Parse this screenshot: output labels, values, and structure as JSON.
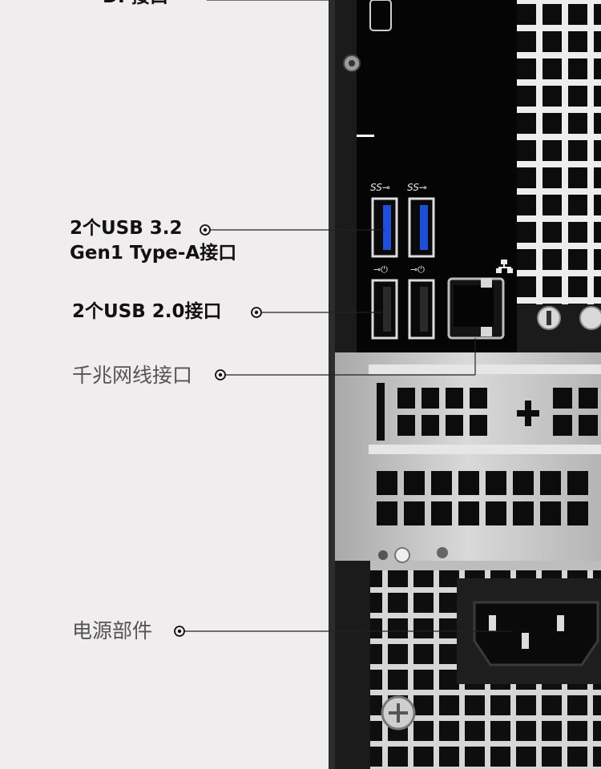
{
  "labels": {
    "dp": "DP接口",
    "usb32_line1": "2个USB 3.2",
    "usb32_line2": "Gen1 Type-A接口",
    "usb20": "2个USB 2.0接口",
    "ethernet": "千兆网线接口",
    "power": "电源部件"
  },
  "port_marks": {
    "superspeed": "SS",
    "usb_symbol": "usb-trident-icon",
    "network_symbol": "network-icon"
  },
  "colors": {
    "background": "#efeded",
    "chassis": "#1b1b1b",
    "panel": "#050505",
    "metal": "#c9c9c9",
    "usb3_blue": "#1f4fd8"
  }
}
